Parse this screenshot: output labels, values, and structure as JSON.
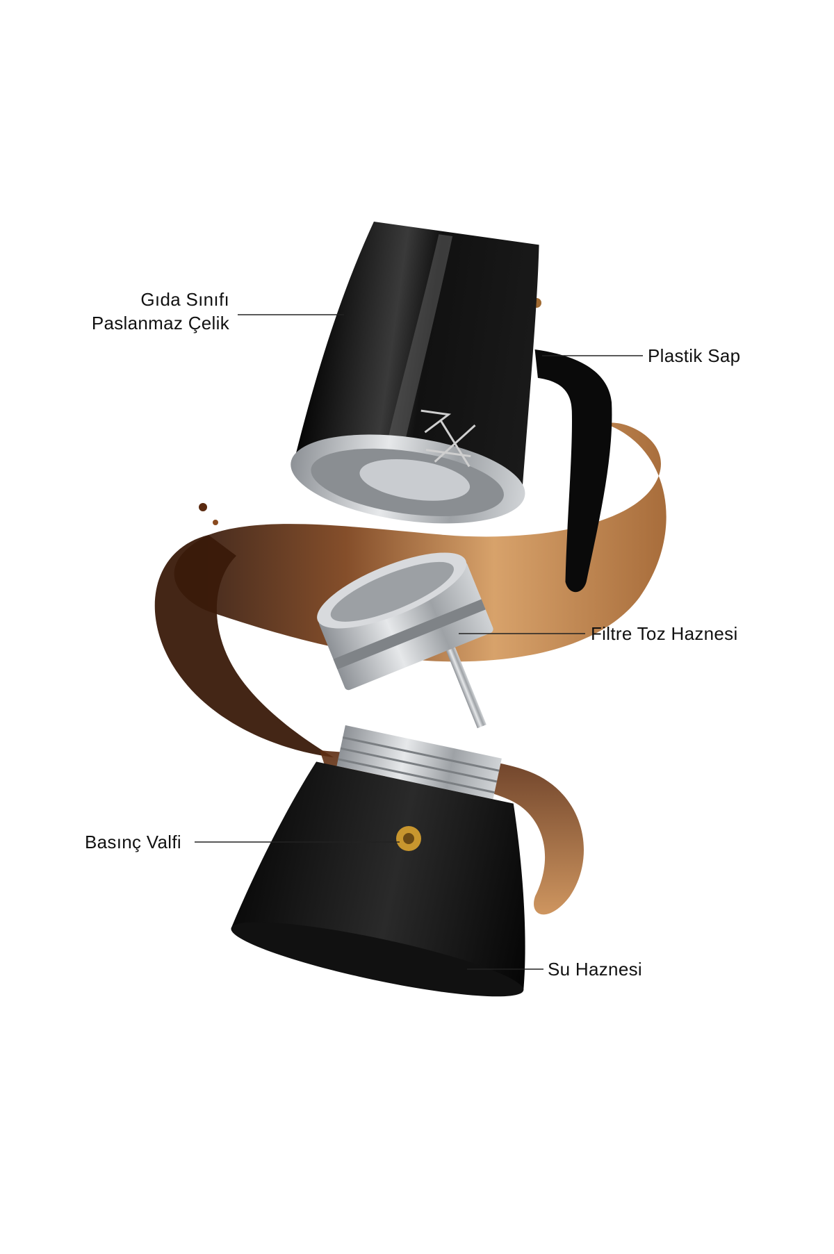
{
  "labels": {
    "steel": {
      "line1": "Gıda Sınıfı",
      "line2": "Paslanmaz Çelik"
    },
    "handle": "Plastik Sap",
    "filter": "Filtre Toz Haznesi",
    "valve": "Basınç Valfi",
    "water": "Su Haznesi"
  },
  "colors": {
    "coffee_dark": "#3b1d0f",
    "coffee_mid": "#8a4b1f",
    "coffee_light": "#d9a36a",
    "pot_black": "#0d0d0d",
    "steel": "#b8bcc0",
    "valve_brass": "#c8962e"
  }
}
